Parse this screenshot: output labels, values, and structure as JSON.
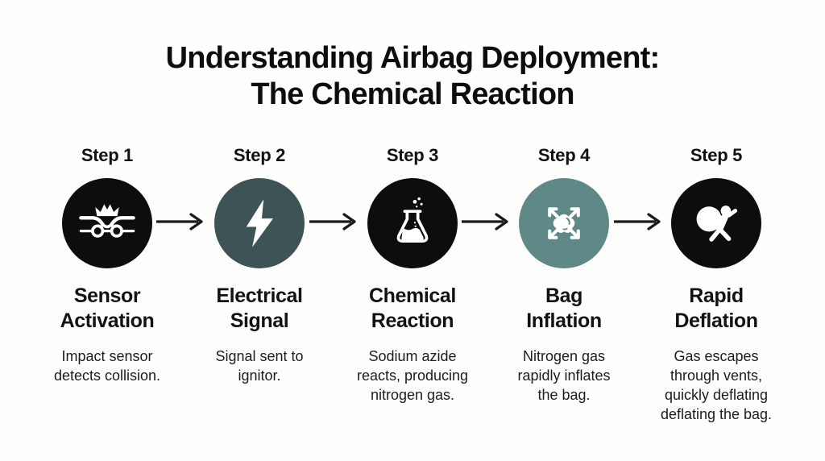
{
  "title": {
    "line1": "Understanding Airbag Deployment:",
    "line2": "The Chemical Reaction"
  },
  "colors": {
    "background": "#fdfdfb",
    "black_circle": "#0d0d0d",
    "dark_slate_circle": "#3e5356",
    "teal_circle": "#5f8987",
    "icon_white": "#ffffff",
    "arrow": "#1a1a1a",
    "text": "#111111"
  },
  "steps": [
    {
      "label": "Step 1",
      "icon": "car-crash-icon",
      "circle_color": "#0d0d0d",
      "title_lines": [
        "Sensor",
        "Activation"
      ],
      "desc_lines": [
        "Impact sensor",
        "detects collision."
      ]
    },
    {
      "label": "Step 2",
      "icon": "lightning-bolt-icon",
      "circle_color": "#3e5356",
      "title_lines": [
        "Electrical",
        "Signal"
      ],
      "desc_lines": [
        "Signal sent to",
        "ignitor."
      ]
    },
    {
      "label": "Step 3",
      "icon": "chemical-flask-icon",
      "circle_color": "#0d0d0d",
      "title_lines": [
        "Chemical",
        "Reaction"
      ],
      "desc_lines": [
        "Sodium azide",
        "reacts, producing",
        "nitrogen gas."
      ]
    },
    {
      "label": "Step 4",
      "icon": "inflating-bag-expand-icon",
      "circle_color": "#5f8987",
      "title_lines": [
        "Bag",
        "Inflation"
      ],
      "desc_lines": [
        "Nitrogen gas",
        "rapidly inflates",
        "the bag."
      ]
    },
    {
      "label": "Step 5",
      "icon": "airbag-person-icon",
      "circle_color": "#0d0d0d",
      "title_lines": [
        "Rapid",
        "Deflation"
      ],
      "desc_lines": [
        "Gas escapes",
        "through vents,",
        "quickly deflating",
        "deflating the bag."
      ]
    }
  ]
}
